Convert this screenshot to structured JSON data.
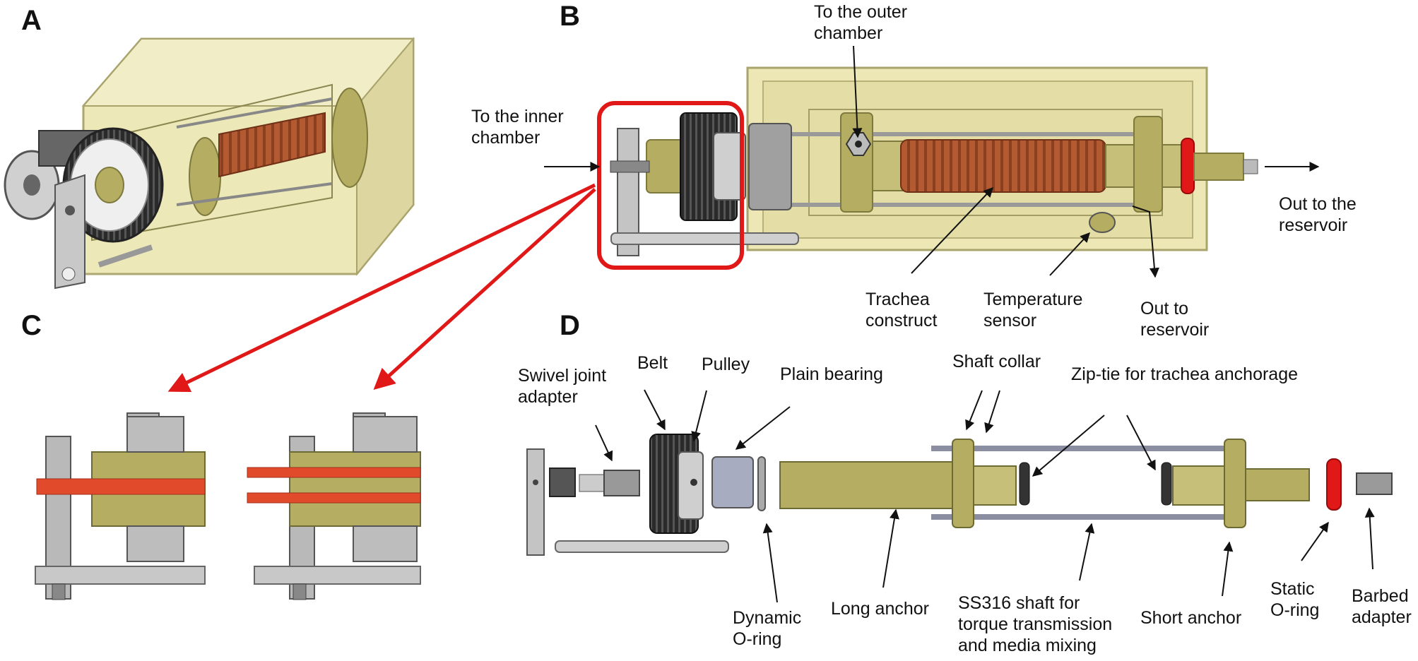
{
  "panels": {
    "a": {
      "letter": "A"
    },
    "b": {
      "letter": "B",
      "labels": {
        "outer_chamber": [
          "To the outer",
          "chamber"
        ],
        "inner_chamber": [
          "To the inner",
          "chamber"
        ],
        "out_reservoir_right": [
          "Out to the",
          "reservoir"
        ],
        "trachea_construct": [
          "Trachea",
          "construct"
        ],
        "temperature_sensor": [
          "Temperature",
          "sensor"
        ],
        "out_to_reservoir": [
          "Out to",
          "reservoir"
        ]
      }
    },
    "c": {
      "letter": "C"
    },
    "d": {
      "letter": "D",
      "labels": {
        "swivel_joint_adapter": [
          "Swivel joint",
          "adapter"
        ],
        "belt": [
          "Belt"
        ],
        "pulley": [
          "Pulley"
        ],
        "plain_bearing": [
          "Plain bearing"
        ],
        "shaft_collar": [
          "Shaft collar"
        ],
        "zip_tie": [
          "Zip-tie for trachea anchorage"
        ],
        "dynamic_o_ring": [
          "Dynamic",
          "O-ring"
        ],
        "long_anchor": [
          "Long anchor"
        ],
        "ss316_shaft": [
          "SS316 shaft for",
          "torque transmission",
          "and media mixing"
        ],
        "short_anchor": [
          "Short anchor"
        ],
        "static_o_ring": [
          "Static",
          "O-ring"
        ],
        "barbed_adapter": [
          "Barbed",
          "adapter"
        ]
      }
    }
  },
  "colors": {
    "chamber_fill": "#ece7b4",
    "chamber_stroke": "#a9a36c",
    "olive": "#b5ad62",
    "olive_dark": "#7e7a3e",
    "metal": "#b3b3b3",
    "metal_dark": "#6f6f6f",
    "belt": "#2a2a2a",
    "trachea": "#b45a32",
    "red": "#e01818",
    "lumen": "#e24a2c"
  }
}
